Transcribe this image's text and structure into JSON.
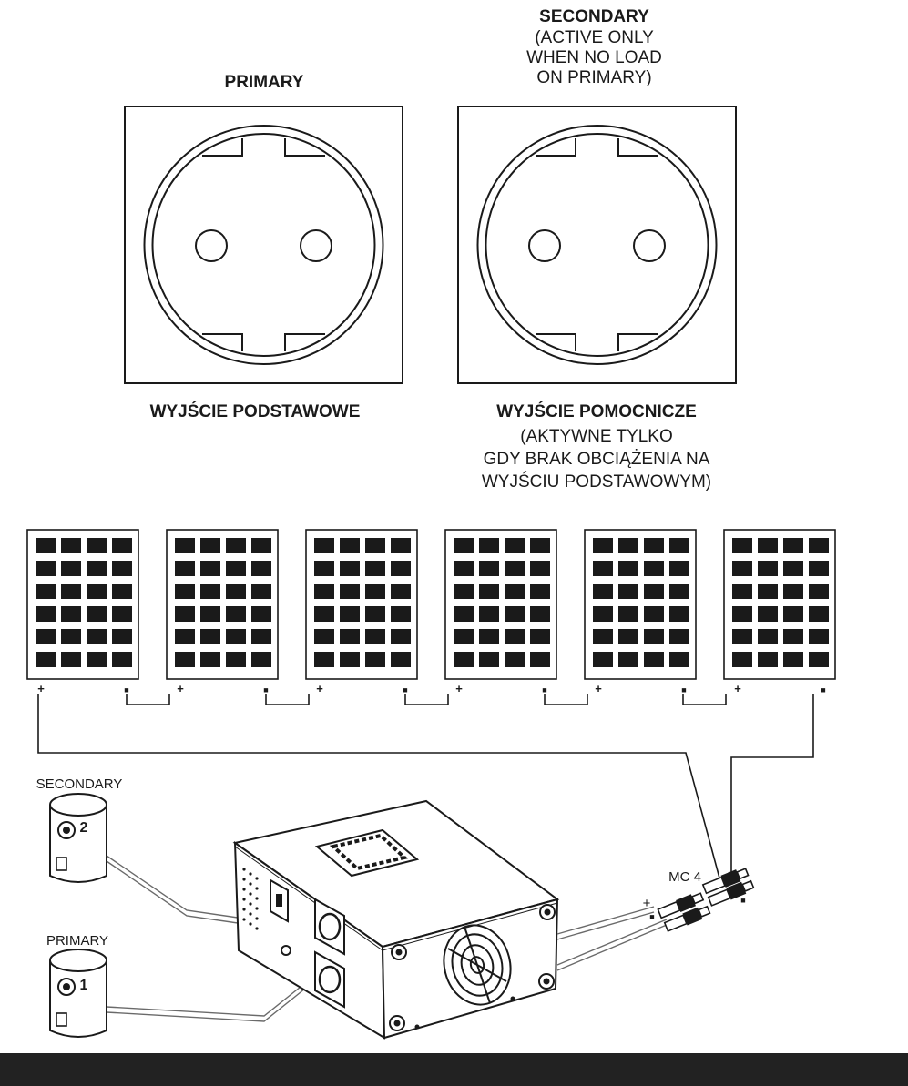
{
  "primary": {
    "title": "PRIMARY",
    "label_pl": "WYJŚCIE PODSTAWOWE"
  },
  "secondary": {
    "title_line1": "SECONDARY",
    "title_rest": "(ACTIVE ONLY\nWHEN NO LOAD\nON PRIMARY)",
    "label_pl_line1": "WYJŚCIE POMOCNICZE",
    "label_pl_rest": "(AKTYWNE TYLKO\nGDY BRAK OBCIĄŻENIA NA\nWYJŚCIU PODSTAWOWYM)"
  },
  "panels": {
    "count": 6,
    "rows": 6,
    "cols": 4,
    "plus_symbol": "+",
    "minus_symbol": "■"
  },
  "heaters": {
    "secondary_label": "SECONDARY",
    "secondary_number": "2",
    "primary_label": "PRIMARY",
    "primary_number": "1"
  },
  "connector": {
    "label": "MC 4",
    "plus": "+",
    "minus": "■"
  },
  "colors": {
    "ink": "#1a1a1a",
    "background": "#ffffff",
    "cell": "#1a1a1a",
    "device": "#ffffff",
    "bottom_bar": "#222222"
  }
}
